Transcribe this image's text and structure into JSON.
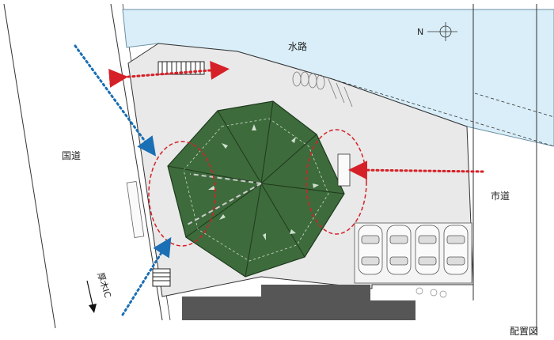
{
  "labels": {
    "waterway": "水路",
    "national_road": "国道",
    "city_road": "市道",
    "direction_ic": "厚木IC",
    "caption": "配置図"
  },
  "compass": {
    "letter": "N"
  },
  "colors": {
    "water": "#d9eef8",
    "site": "#e9e9e9",
    "roof": "#3e6b3c",
    "building_dark": "#565656",
    "red_route": "#d62027",
    "blue_route": "#1a6fb5"
  }
}
